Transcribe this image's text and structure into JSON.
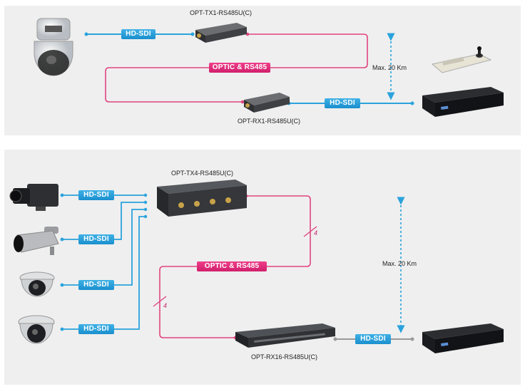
{
  "top_diagram": {
    "transmitter_label": "OPT-TX1-RS485U(C)",
    "receiver_label": "OPT-RX1-RS485U(C)",
    "camera_link_tag": "HD-SDI",
    "dvr_link_tag": "HD-SDI",
    "fiber_tag": "OPTIC & RS485",
    "distance_label": "Max. 20 Km"
  },
  "bottom_diagram": {
    "transmitter_label": "OPT-TX4-RS485U(C)",
    "receiver_label": "OPT-RX16-RS485U(C)",
    "camera_tags": [
      "HD-SDI",
      "HD-SDI",
      "HD-SDI",
      "HD-SDI"
    ],
    "dvr_link_tag": "HD-SDI",
    "fiber_tag": "OPTIC & RS485",
    "distance_label": "Max. 20 Km",
    "bus_count_right": "4",
    "bus_count_left": "4"
  },
  "colors": {
    "sdi": "#2aa3dc",
    "fiber": "#e0457f",
    "panel": "#efefef"
  },
  "icons": [
    "ptz-dome-camera-icon",
    "transmitter-icon",
    "receiver-icon",
    "ptz-keyboard-icon",
    "dvr-icon",
    "box-camera-icon",
    "bullet-camera-icon",
    "dome-camera-icon"
  ]
}
